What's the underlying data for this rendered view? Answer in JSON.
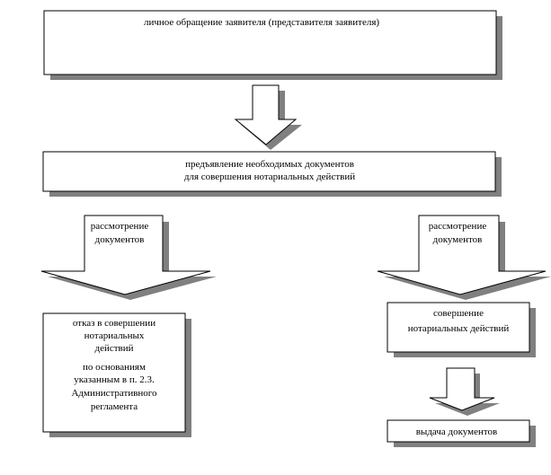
{
  "nodes": {
    "personal_appeal": "личное обращение заявителя (представителя заявителя)",
    "present_documents": [
      "предъявление необходимых документов",
      "для совершения нотариальных действий"
    ],
    "refusal": [
      "отказ в совершении",
      "нотариальных",
      "действий",
      "по основаниям",
      "указанным в п.  2.3.",
      "Административного",
      "регламента"
    ],
    "perform_actions": [
      "совершение",
      "нотариальных действий"
    ],
    "issue_documents": "выдача документов"
  },
  "arrows": {
    "left_review": [
      "рассмотрение",
      "документов"
    ],
    "right_review": [
      "рассмотрение",
      "документов"
    ]
  },
  "colors": {
    "shadow": "#808080",
    "outline": "#000000",
    "fill": "#ffffff"
  }
}
